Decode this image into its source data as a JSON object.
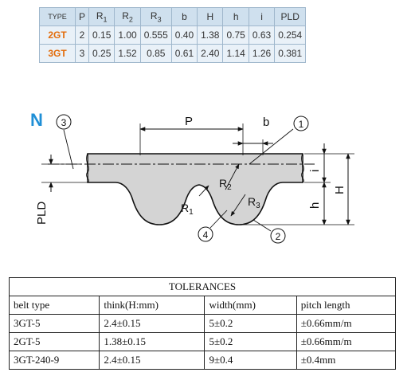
{
  "spec_table": {
    "headers": [
      {
        "main": "TYPE",
        "sub": ""
      },
      {
        "main": "P",
        "sub": ""
      },
      {
        "main": "R",
        "sub": "1"
      },
      {
        "main": "R",
        "sub": "2"
      },
      {
        "main": "R",
        "sub": "3"
      },
      {
        "main": "b",
        "sub": ""
      },
      {
        "main": "H",
        "sub": ""
      },
      {
        "main": "h",
        "sub": ""
      },
      {
        "main": "i",
        "sub": ""
      },
      {
        "main": "PLD",
        "sub": ""
      }
    ],
    "rows": [
      [
        "2GT",
        "2",
        "0.15",
        "1.00",
        "0.555",
        "0.40",
        "1.38",
        "0.75",
        "0.63",
        "0.254"
      ],
      [
        "3GT",
        "3",
        "0.25",
        "1.52",
        "0.85",
        "0.61",
        "2.40",
        "1.14",
        "1.26",
        "0.381"
      ]
    ],
    "type_color": "#e36c0a"
  },
  "diagram": {
    "type_letter": "N",
    "type_letter_color": "#1f8fd6",
    "labels": {
      "P": "P",
      "b": "b",
      "i": "i",
      "h": "h",
      "H": "H",
      "PLD": "PLD",
      "R1": "R",
      "R1_sub": "1",
      "R2": "R",
      "R2_sub": "2",
      "R3": "R",
      "R3_sub": "3"
    },
    "callouts": [
      "1",
      "2",
      "3",
      "4"
    ]
  },
  "tolerances": {
    "title": "TOLERANCES",
    "headers": [
      "belt type",
      "think(H:mm)",
      "width(mm)",
      "pitch length"
    ],
    "rows": [
      [
        "3GT-5",
        "2.4±0.15",
        "5±0.2",
        "±0.66mm/m"
      ],
      [
        "2GT-5",
        "1.38±0.15",
        "5±0.2",
        "±0.66mm/m"
      ],
      [
        "3GT-240-9",
        "2.4±0.15",
        "9±0.4",
        "±0.4mm"
      ]
    ]
  }
}
